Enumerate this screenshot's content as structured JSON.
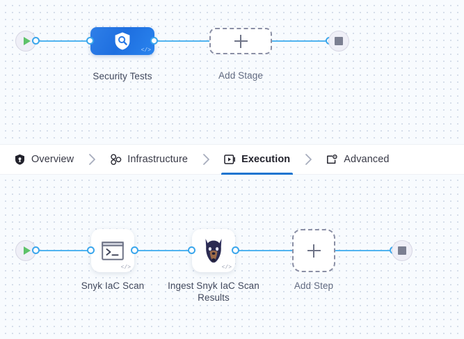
{
  "tabs": [
    {
      "label": "Overview",
      "icon": "shield-icon",
      "active": false
    },
    {
      "label": "Infrastructure",
      "icon": "nodes-cluster-icon",
      "active": false
    },
    {
      "label": "Execution",
      "icon": "play-box-icon",
      "active": true
    },
    {
      "label": "Advanced",
      "icon": "card-gear-icon",
      "active": false
    }
  ],
  "tab_separator": "chevron-right-icon",
  "stage_graph": {
    "start_icon": "play-icon",
    "end_icon": "stop-icon",
    "nodes": [
      {
        "label": "Security Tests",
        "icon": "shield-search-icon",
        "badge": "</>"
      },
      {
        "label": "Add Stage",
        "icon": "plus-icon"
      }
    ]
  },
  "step_graph": {
    "start_icon": "play-icon",
    "end_icon": "stop-icon",
    "nodes": [
      {
        "label": "Snyk IaC Scan",
        "icon": "terminal-icon",
        "badge": "</>"
      },
      {
        "label": "Ingest Snyk IaC Scan Results",
        "icon": "snyk-dog-icon",
        "badge": "</>"
      },
      {
        "label": "Add Step",
        "icon": "plus-icon"
      }
    ]
  },
  "colors": {
    "edge": "#51b4f0",
    "stage_node": "#1e6fe0",
    "active_tab_underline": "#1b75d0",
    "start_play": "#5ec269",
    "end_stop": "#7b7f91",
    "canvas_bg": "#f8fbfe"
  }
}
